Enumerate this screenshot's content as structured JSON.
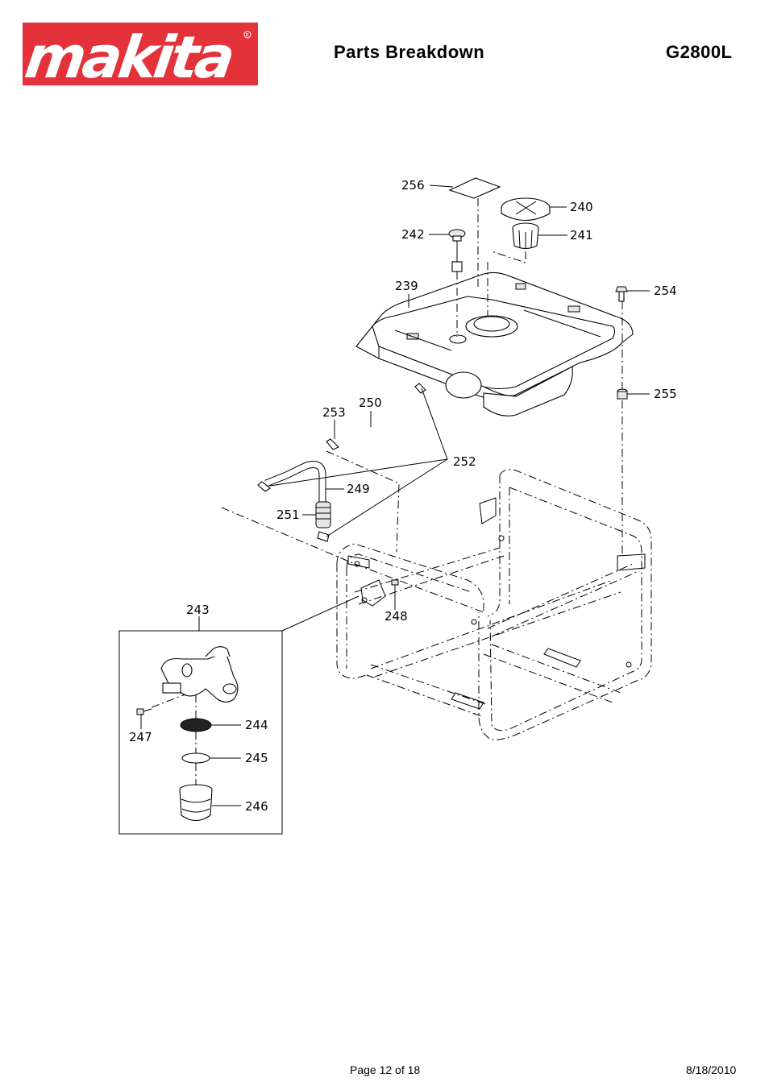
{
  "header": {
    "brand": "makita",
    "title": "Parts Breakdown",
    "model": "G2800L",
    "brand_color": "#e3323a"
  },
  "footer": {
    "page": "Page 12 of 18",
    "date": "8/18/2010"
  },
  "callouts": {
    "p239": "239",
    "p240": "240",
    "p241": "241",
    "p242": "242",
    "p243": "243",
    "p244": "244",
    "p245": "245",
    "p246": "246",
    "p247": "247",
    "p248": "248",
    "p249": "249",
    "p250": "250",
    "p251": "251",
    "p252": "252",
    "p253": "253",
    "p254": "254",
    "p255": "255",
    "p256": "256"
  }
}
